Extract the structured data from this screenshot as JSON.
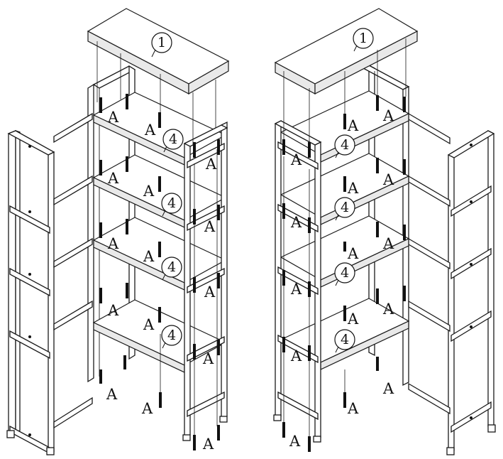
{
  "parts": {
    "top_panel": "1",
    "shelf_panel": "4",
    "bolt": "A"
  }
}
